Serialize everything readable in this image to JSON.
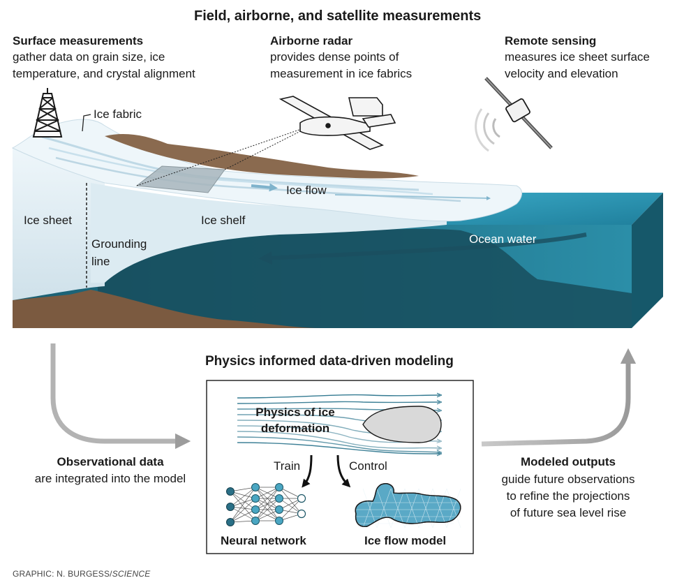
{
  "title": "Field, airborne, and satellite measurements",
  "callouts": {
    "surface": {
      "title": "Surface measurements",
      "line1": "gather data on grain size, ice",
      "line2": "temperature, and crystal alignment"
    },
    "airborne": {
      "title": "Airborne radar",
      "line1": "provides dense points of",
      "line2": "measurement in ice fabrics"
    },
    "remote": {
      "title": "Remote sensing",
      "line1": "measures ice sheet surface",
      "line2": "velocity and elevation"
    }
  },
  "scene_labels": {
    "ice_fabric": "Ice fabric",
    "ice_flow": "Ice flow",
    "ice_sheet": "Ice sheet",
    "ice_shelf": "Ice shelf",
    "grounding_line_1": "Grounding",
    "grounding_line_2": "line",
    "ocean_water": "Ocean water"
  },
  "modeling": {
    "title": "Physics informed data-driven modeling",
    "physics_1": "Physics of ice",
    "physics_2": "deformation",
    "train": "Train",
    "control": "Control",
    "neural_network": "Neural network",
    "ice_flow_model": "Ice flow model"
  },
  "observational": {
    "title": "Observational data",
    "line1": "are integrated into the model"
  },
  "modeled": {
    "title": "Modeled outputs",
    "line1": "guide future observations",
    "line2": "to refine the projections",
    "line3": "of future sea level rise"
  },
  "credit": {
    "prefix": "GRAPHIC: N. BURGESS/",
    "source": "SCIENCE"
  },
  "colors": {
    "ocean": "#1f6f86",
    "ocean_top": "#2b9bb8",
    "ice": "#e9f3f8",
    "rock": "#8a6a4f",
    "arrow_gray": "#a9a9a9",
    "flow_line": "#1e6c86"
  }
}
